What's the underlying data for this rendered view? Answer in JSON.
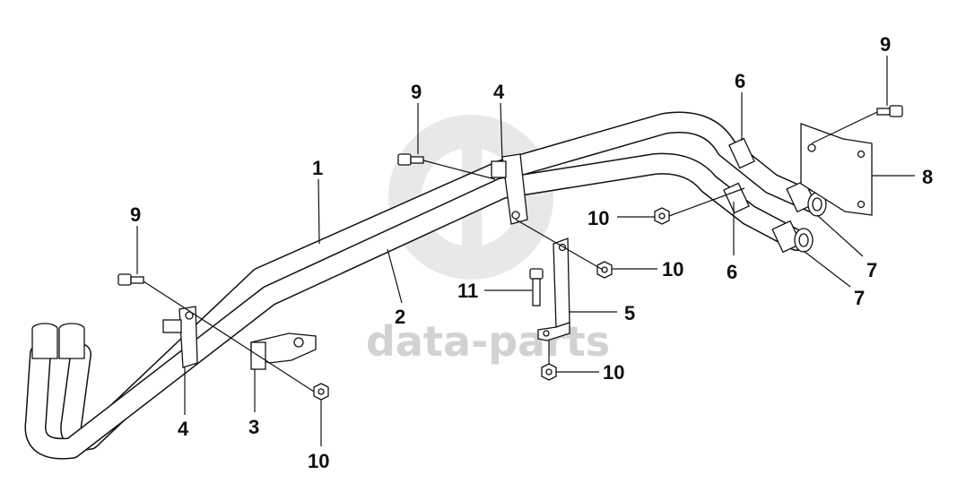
{
  "watermark": {
    "text": "data-parts"
  },
  "callouts": {
    "c1": "1",
    "c2": "2",
    "c3": "3",
    "c4a": "4",
    "c4b": "4",
    "c5": "5",
    "c6a": "6",
    "c6b": "6",
    "c7a": "7",
    "c7b": "7",
    "c8": "8",
    "c9a": "9",
    "c9b": "9",
    "c9c": "9",
    "c10a": "10",
    "c10b": "10",
    "c10c": "10",
    "c10d": "10",
    "c11": "11"
  },
  "colors": {
    "line": "#111111",
    "watermark": "#d2d2d2",
    "background": "#ffffff"
  }
}
